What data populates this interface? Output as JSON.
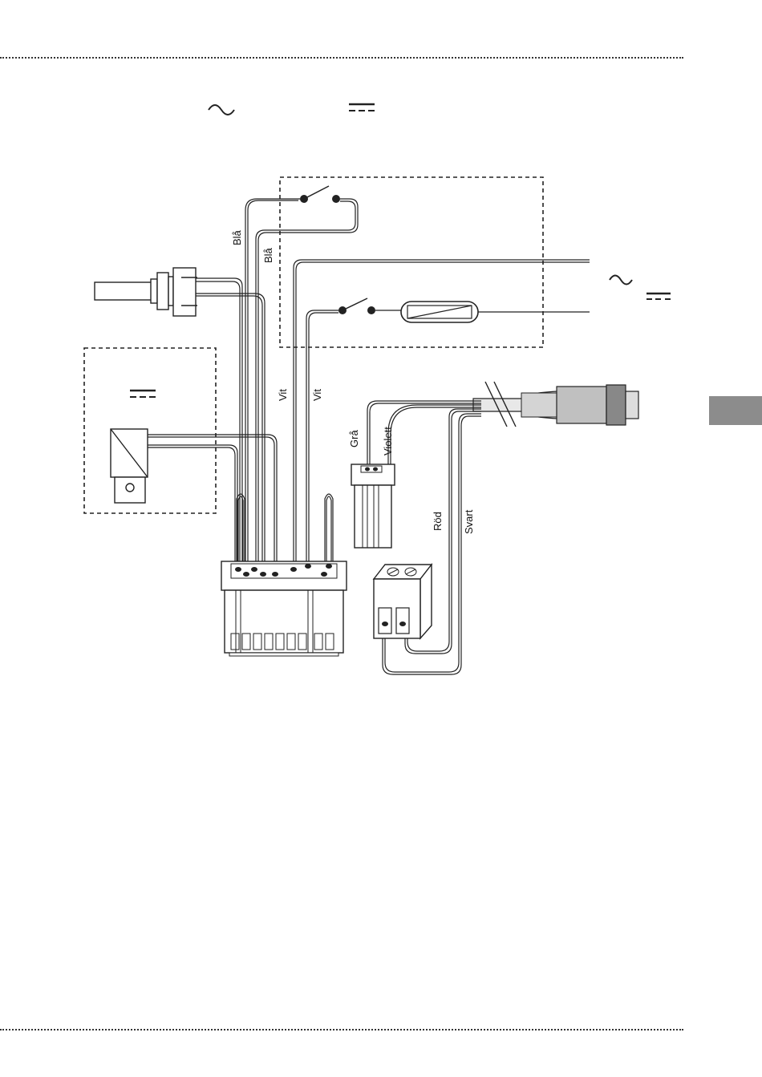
{
  "header": {
    "ac_symbol": "~",
    "dc_symbol": "DC"
  },
  "diagram": {
    "right_ac_symbol": "~",
    "right_dc_symbol": "DC",
    "left_box_dc_symbol": "DC",
    "wire_labels": {
      "bla_1": "Blå",
      "bla_2": "Blå",
      "vit_1": "Vit",
      "vit_2": "Vit",
      "gra": "Grå",
      "violett": "Violett",
      "rod": "Röd",
      "svart": "Svart"
    }
  },
  "colors": {
    "line": "#222222",
    "tab": "#8c8c8c",
    "connector_fill": "#c8c8c8"
  },
  "icons": [
    "ac-symbol-icon",
    "dc-symbol-icon",
    "switch-icon",
    "fuse-icon",
    "sensor-icon",
    "plug-icon"
  ]
}
